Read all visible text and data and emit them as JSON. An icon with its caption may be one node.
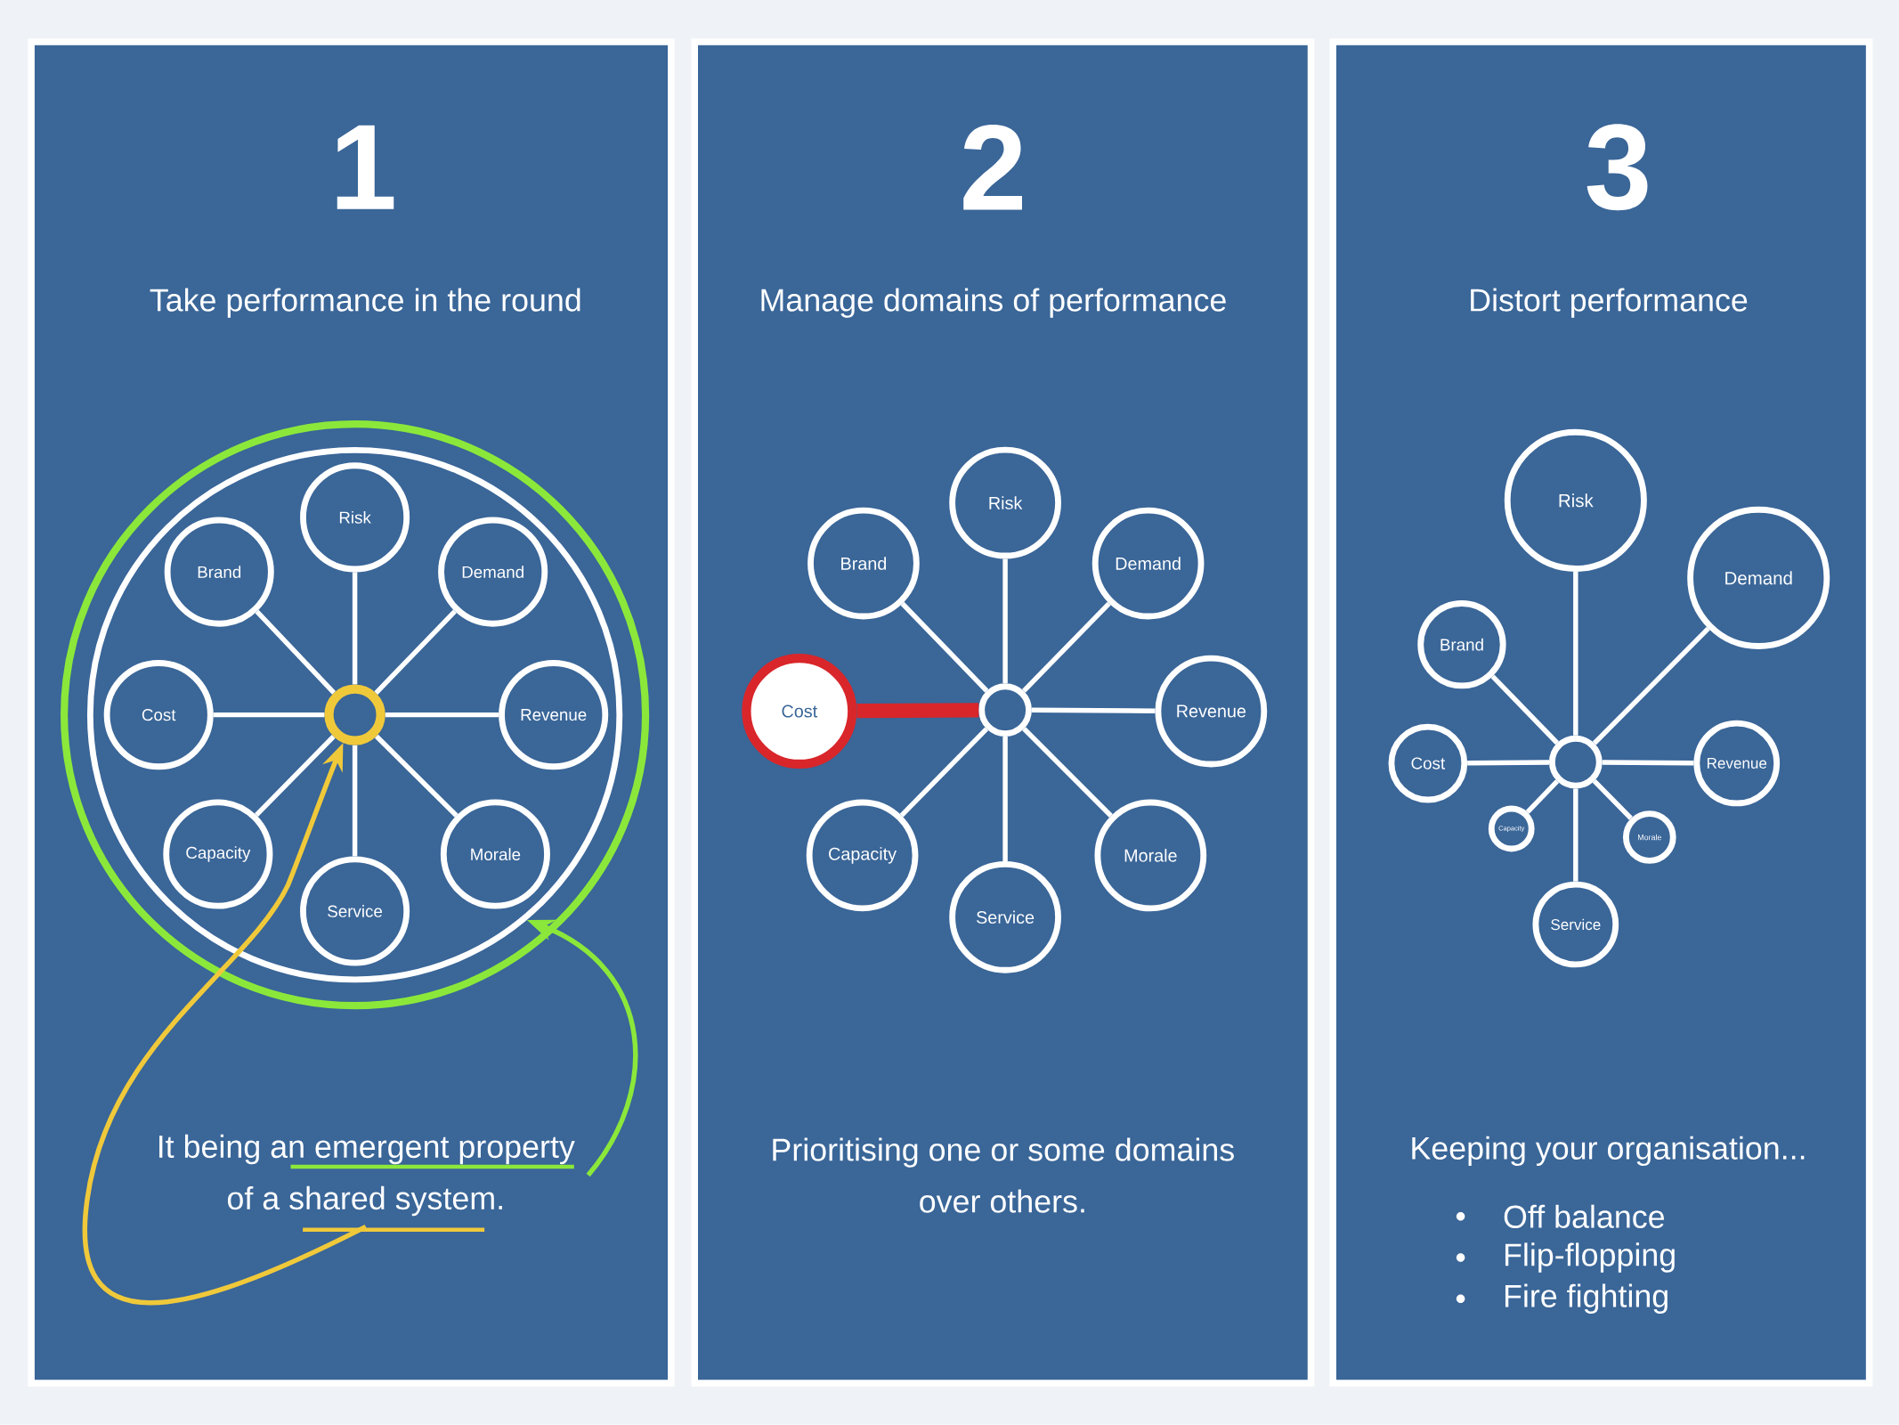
{
  "diagram": {
    "nodes": [
      {
        "text": [
          "1",
          "Take performance in the round"
        ]
      },
      {
        "text": [],
        "shape": "circle",
        "in": 0
      },
      {
        "text": [],
        "shape": "circle",
        "in": 1
      },
      {
        "text": [
          "Risk"
        ],
        "in": 1
      },
      {
        "text": [
          "Demand"
        ],
        "in": 1
      },
      {
        "text": [
          "Revenue"
        ],
        "in": 1
      },
      {
        "text": [
          "Morale"
        ],
        "in": 1
      },
      {
        "text": [
          "Service"
        ],
        "in": 1
      },
      {
        "text": [
          "Capacity"
        ],
        "in": 1
      },
      {
        "text": [
          "Cost"
        ],
        "in": 1
      },
      {
        "text": [
          "Brand"
        ],
        "in": 1
      },
      {
        "text": [
          "It being an emergent property of a shared system."
        ],
        "in": 0
      },
      {
        "text": [
          "2",
          "Manage domains of performance",
          "Prioritising one or some domains over others."
        ]
      },
      {
        "text": [],
        "shape": "circle",
        "in": 12
      },
      {
        "text": [
          "Risk"
        ],
        "in": 12
      },
      {
        "text": [
          "Demand"
        ],
        "in": 12
      },
      {
        "text": [
          "Revenue"
        ],
        "in": 12
      },
      {
        "text": [
          "Morale"
        ],
        "in": 12
      },
      {
        "text": [
          "Service"
        ],
        "in": 12
      },
      {
        "text": [
          "Capacity"
        ],
        "in": 12
      },
      {
        "text": [
          "Cost"
        ],
        "in": 12
      },
      {
        "text": [
          "Brand"
        ],
        "in": 12
      },
      {
        "text": [
          "3",
          "Distort performance",
          "Keeping your organisation...",
          "Off balance",
          "Flip-flopping",
          "Fire fighting"
        ]
      },
      {
        "text": [],
        "shape": "circle",
        "in": 22
      },
      {
        "text": [
          "Risk"
        ],
        "in": 22
      },
      {
        "text": [
          "Demand"
        ],
        "in": 22
      },
      {
        "text": [
          "Revenue"
        ],
        "in": 22
      },
      {
        "text": [
          "Morale"
        ],
        "in": 22
      },
      {
        "text": [
          "Service"
        ],
        "in": 22
      },
      {
        "text": [
          "Capacity"
        ],
        "in": 22
      },
      {
        "text": [
          "Cost"
        ],
        "in": 22
      },
      {
        "text": [
          "Brand"
        ],
        "in": 22
      }
    ],
    "edges": [
      {
        "from": 2,
        "to": 3,
        "arrow": "none"
      },
      {
        "from": 2,
        "to": 4,
        "arrow": "none"
      },
      {
        "from": 2,
        "to": 5,
        "arrow": "none"
      },
      {
        "from": 2,
        "to": 6,
        "arrow": "none"
      },
      {
        "from": 2,
        "to": 7,
        "arrow": "none"
      },
      {
        "from": 2,
        "to": 8,
        "arrow": "none"
      },
      {
        "from": 2,
        "to": 9,
        "arrow": "none"
      },
      {
        "from": 2,
        "to": 10,
        "arrow": "none"
      },
      {
        "from": 13,
        "to": 14,
        "arrow": "none"
      },
      {
        "from": 13,
        "to": 15,
        "arrow": "none"
      },
      {
        "from": 13,
        "to": 16,
        "arrow": "none"
      },
      {
        "from": 13,
        "to": 17,
        "arrow": "none"
      },
      {
        "from": 13,
        "to": 18,
        "arrow": "none"
      },
      {
        "from": 13,
        "to": 19,
        "arrow": "none"
      },
      {
        "from": 13,
        "to": 20,
        "arrow": "none",
        "style": "thick",
        "color": "#d8262a"
      },
      {
        "from": 13,
        "to": 21,
        "arrow": "none"
      },
      {
        "from": 23,
        "to": 24,
        "arrow": "none"
      },
      {
        "from": 23,
        "to": 25,
        "arrow": "none"
      },
      {
        "from": 23,
        "to": 26,
        "arrow": "none"
      },
      {
        "from": 23,
        "to": 27,
        "arrow": "none"
      },
      {
        "from": 23,
        "to": 28,
        "arrow": "none"
      },
      {
        "from": 23,
        "to": 29,
        "arrow": "none"
      },
      {
        "from": 23,
        "to": 30,
        "arrow": "none"
      },
      {
        "from": 23,
        "to": 31,
        "arrow": "none"
      },
      {
        "from": 11,
        "to": 2,
        "arrow": "to",
        "color": "#f0c93a"
      },
      {
        "from": 11,
        "to": 1,
        "arrow": "to",
        "color": "#8be83a"
      }
    ]
  }
}
